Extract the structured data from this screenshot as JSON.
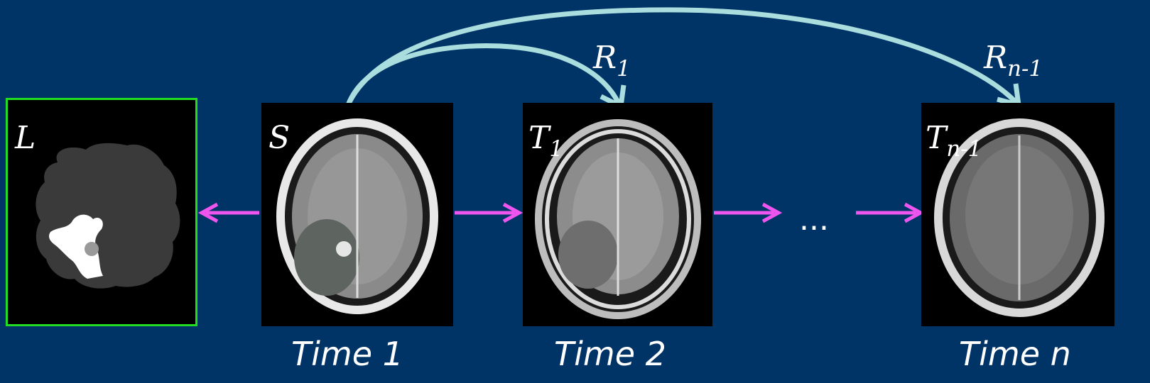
{
  "panels": {
    "label_map": {
      "label": "L"
    },
    "source": {
      "label": "S"
    },
    "target1": {
      "label": "T",
      "sub": "1"
    },
    "targetn": {
      "label": "T",
      "sub": "n-1"
    }
  },
  "registrations": {
    "r1": {
      "label": "R",
      "sub": "1"
    },
    "rn": {
      "label": "R",
      "sub": "n-1"
    }
  },
  "times": {
    "t1": "Time 1",
    "t2": "Time 2",
    "tn": "Time n"
  },
  "ellipsis": "...",
  "colors": {
    "background": "#003366",
    "label_border": "#22dd22",
    "flow_arrow": "#ee55ee",
    "registration_arrow": "#aadddd"
  }
}
